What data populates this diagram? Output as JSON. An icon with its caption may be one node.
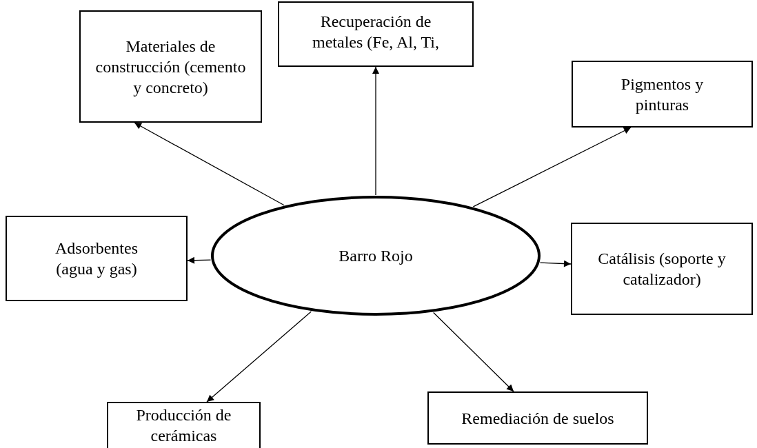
{
  "diagram": {
    "nodes": [
      {
        "text": [
          "Materiales de construcción (cemento y concreto)"
        ]
      },
      {
        "text": [
          "Recuperación de metales (Fe, Al, Ti,"
        ]
      },
      {
        "text": [
          "Pigmentos y pinturas"
        ]
      },
      {
        "text": [
          "Barro Rojo"
        ]
      },
      {
        "text": [
          "Adsorbentes (agua y gas)"
        ]
      },
      {
        "text": [
          "Catálisis (soporte y catalizador)"
        ]
      },
      {
        "text": [
          "Producción de cerámicas"
        ]
      },
      {
        "text": [
          "Remediación de suelos"
        ]
      }
    ],
    "edges": [
      {
        "from": 3,
        "to": 0,
        "arrow": "to"
      },
      {
        "from": 3,
        "to": 1,
        "arrow": "to"
      },
      {
        "from": 3,
        "to": 2,
        "arrow": "to"
      },
      {
        "from": 3,
        "to": 4,
        "arrow": "to"
      },
      {
        "from": 3,
        "to": 5,
        "arrow": "to"
      },
      {
        "from": 3,
        "to": 6,
        "arrow": "to"
      },
      {
        "from": 3,
        "to": 7,
        "arrow": "to"
      }
    ]
  }
}
